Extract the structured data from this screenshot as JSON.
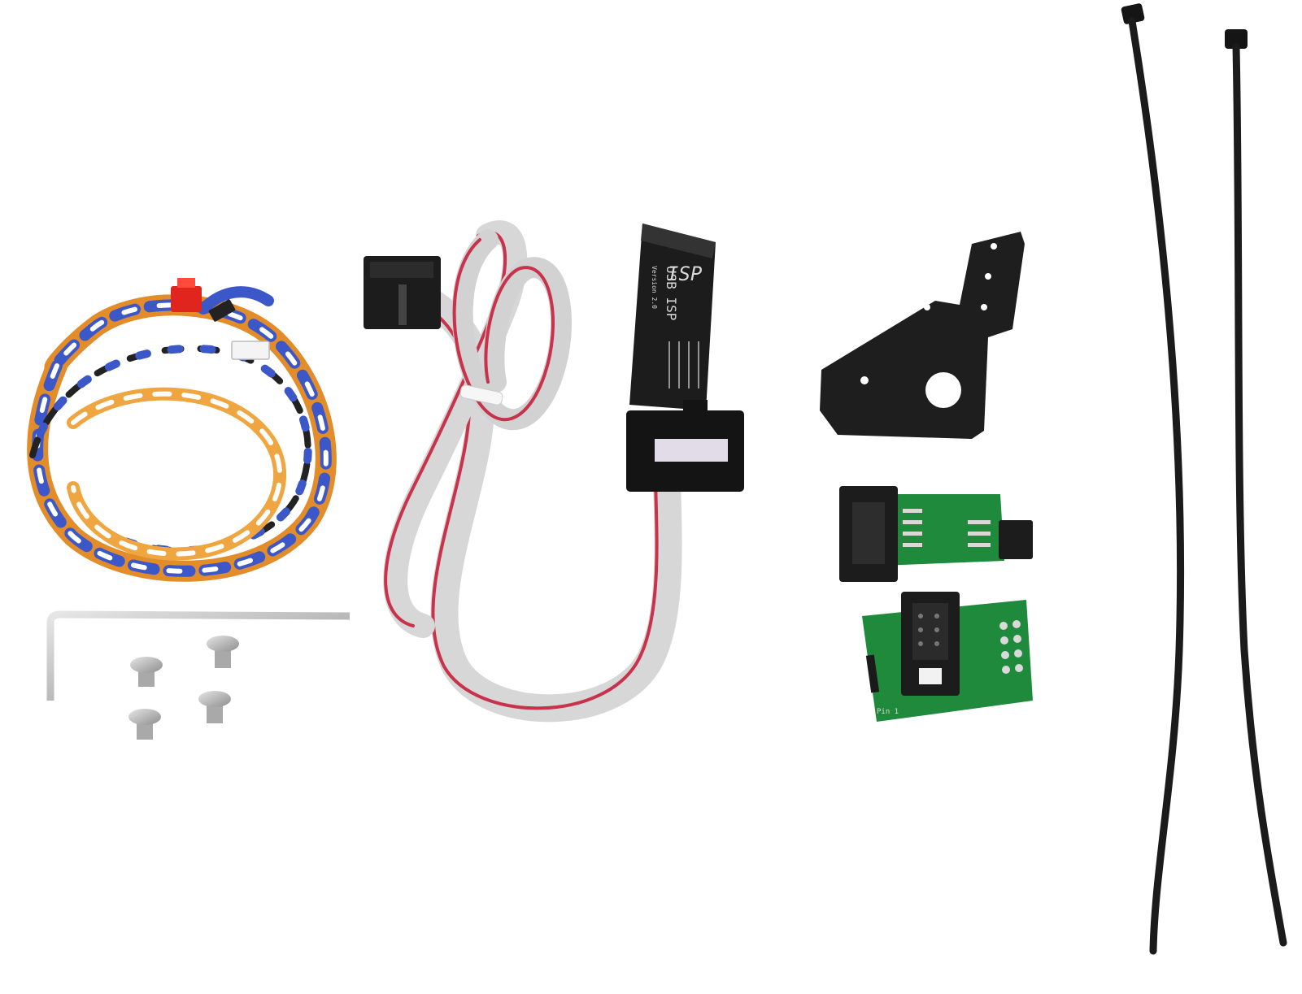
{
  "usb_isp": {
    "label": "USB ISP",
    "version": "Version 2.0"
  },
  "adapter_board": {
    "pin_label": "Pin 1"
  },
  "colors": {
    "background": "#ffffff",
    "plastic_black": "#1c1c1c",
    "ribbon_grey": "#d7d7d7",
    "ribbon_red": "#c8324a",
    "pcb_green": "#1f8a3c",
    "connector_red": "#e0251f",
    "screw_silver": "#b9b9b9"
  }
}
